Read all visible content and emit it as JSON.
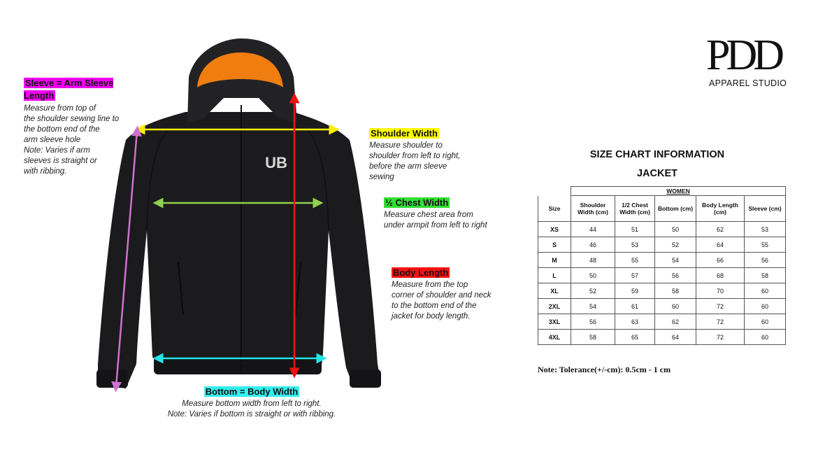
{
  "brand": {
    "mark": "PDD",
    "subtitle": "APPAREL STUDIO"
  },
  "callouts": {
    "sleeve": {
      "title": "Sleeve =  Arm Sleeve Length",
      "color": "#f000f0",
      "lines": [
        "Measure from top of",
        "the shoulder sewing line to",
        "the bottom end of the",
        "arm sleeve hole",
        "Note: Varies if arm",
        "sleeves is straight or",
        "with  ribbing."
      ]
    },
    "shoulder": {
      "title": "Shoulder Width",
      "color": "#ffff00",
      "lines": [
        "Measure shoulder to",
        "shoulder from left to right,",
        "before the arm sleeve",
        "sewing"
      ]
    },
    "chest": {
      "title": "½ Chest Width",
      "color": "#33dd33",
      "lines": [
        "Measure chest area from",
        "under armpit from left to right"
      ]
    },
    "body": {
      "title": "Body Length",
      "color": "#ff1111",
      "lines": [
        "Measure from the top",
        "corner of shoulder and neck",
        "to the bottom end of the",
        "jacket for body length."
      ]
    },
    "bottom": {
      "title": "Bottom = Body Width",
      "color": "#33eeee",
      "lines": [
        "Measure bottom width from left to right.",
        "Note: Varies if bottom is straight or with ribbing."
      ]
    }
  },
  "jacket": {
    "logo": "UB",
    "body_color": "#1b1b1d",
    "hood_lining_color": "#f07d10"
  },
  "chart": {
    "title": "SIZE CHART INFORMATION",
    "subtitle": "JACKET",
    "group": "WOMEN",
    "headers": [
      "Size",
      "Shoulder Width (cm)",
      "1/2 Chest Width (cm)",
      "Bottom (cm)",
      "Body Length (cm)",
      "Sleeve (cm)"
    ],
    "rows": [
      [
        "XS",
        "44",
        "51",
        "50",
        "62",
        "53"
      ],
      [
        "S",
        "46",
        "53",
        "52",
        "64",
        "55"
      ],
      [
        "M",
        "48",
        "55",
        "54",
        "66",
        "56"
      ],
      [
        "L",
        "50",
        "57",
        "56",
        "68",
        "58"
      ],
      [
        "XL",
        "52",
        "59",
        "58",
        "70",
        "60"
      ],
      [
        "2XL",
        "54",
        "61",
        "60",
        "72",
        "60"
      ],
      [
        "3XL",
        "56",
        "63",
        "62",
        "72",
        "60"
      ],
      [
        "4XL",
        "58",
        "65",
        "64",
        "72",
        "60"
      ]
    ],
    "tolerance": "Note: Tolerance(+/-cm): 0.5cm  - 1 cm"
  }
}
